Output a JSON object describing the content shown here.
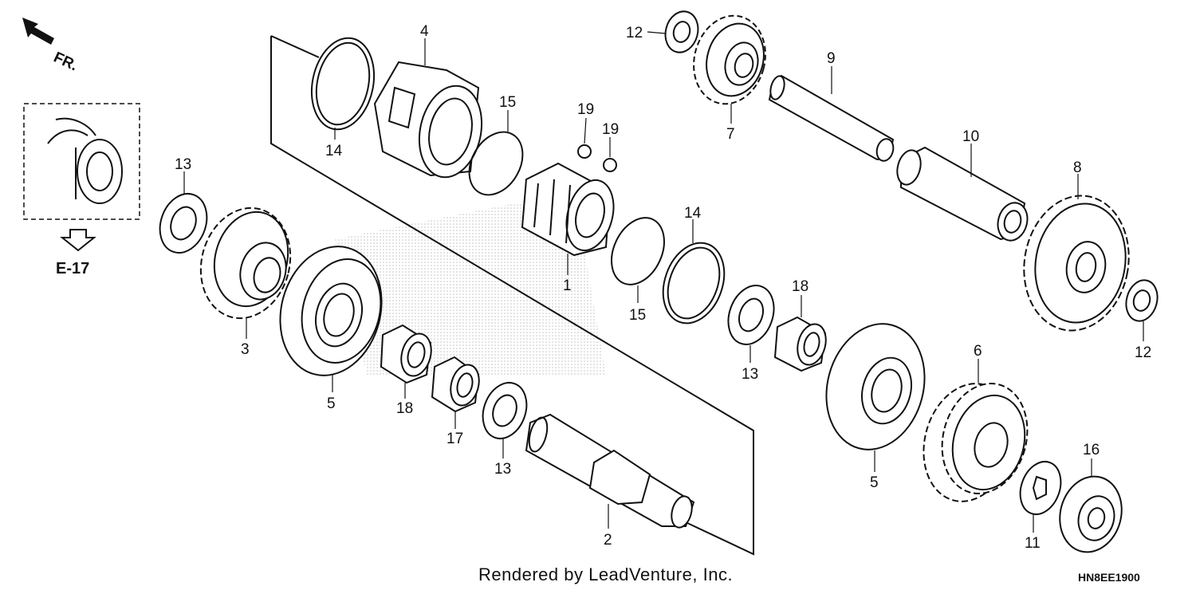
{
  "direction": {
    "label": "FR.",
    "icon": "front-direction-arrow-icon"
  },
  "reference": {
    "label": "E-17",
    "icon": "down-arrow-icon"
  },
  "callouts": {
    "c1": "1",
    "c2": "2",
    "c3": "3",
    "c4": "4",
    "c5a": "5",
    "c5b": "5",
    "c6": "6",
    "c7": "7",
    "c8": "8",
    "c9": "9",
    "c10": "10",
    "c11": "11",
    "c12a": "12",
    "c12b": "12",
    "c13a": "13",
    "c13b": "13",
    "c13c": "13",
    "c14a": "14",
    "c14b": "14",
    "c15a": "15",
    "c15b": "15",
    "c16": "16",
    "c17": "17",
    "c18a": "18",
    "c18b": "18",
    "c19a": "19",
    "c19b": "19"
  },
  "footer": {
    "credit": "Rendered by LeadVenture, Inc.",
    "code": "HN8EE1900"
  },
  "colors": {
    "line": "#111111",
    "watermark": "#c8c8c8"
  }
}
